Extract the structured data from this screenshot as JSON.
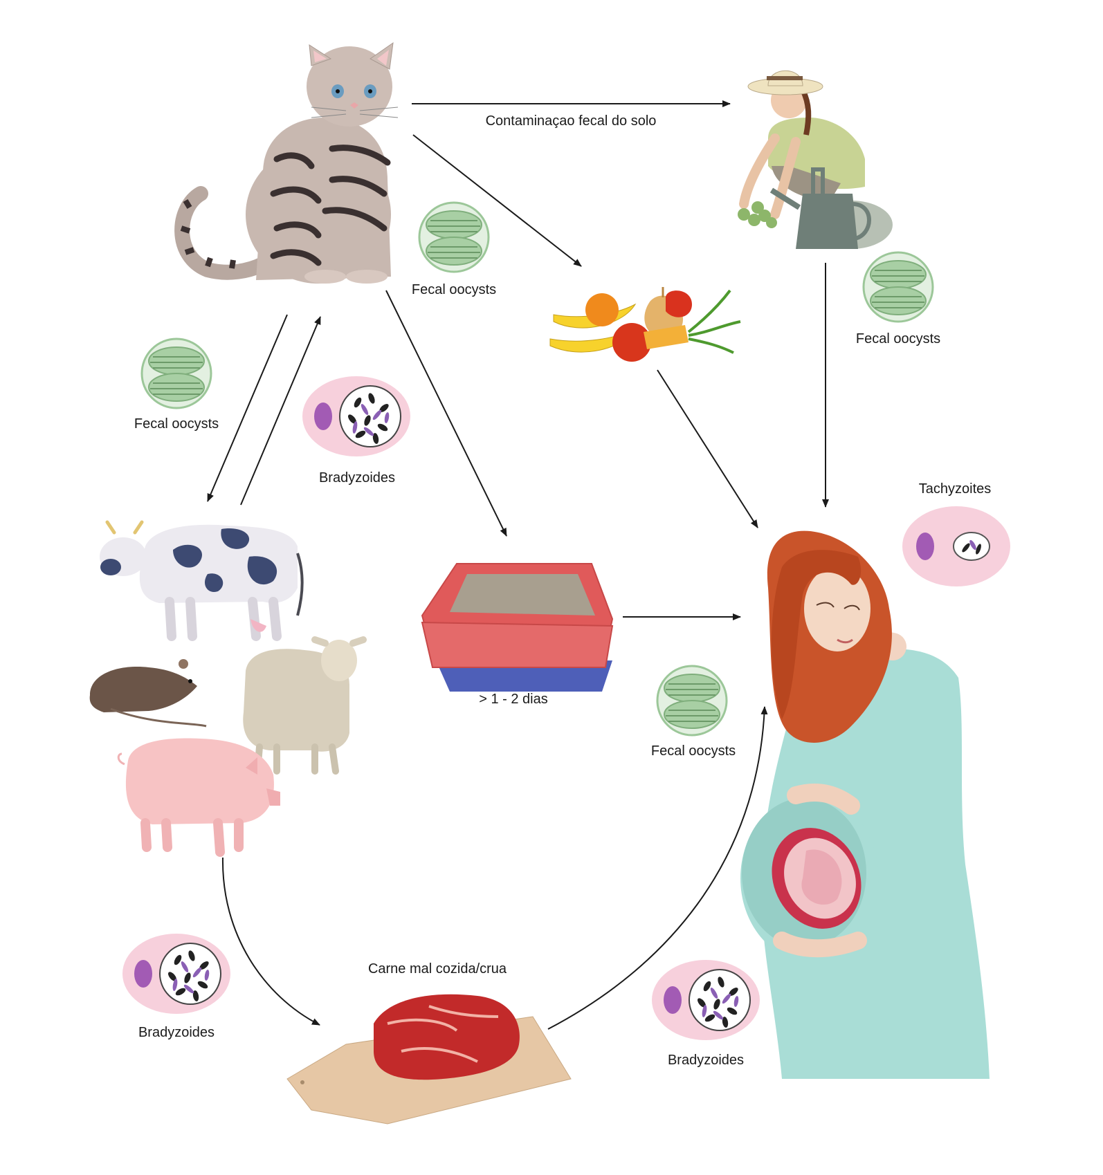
{
  "labels": {
    "soil_contamination": "Contaminaçao fecal do solo",
    "fecal_oocysts_cat": "Fecal oocysts",
    "fecal_oocysts_left": "Fecal oocysts",
    "fecal_oocysts_gardener": "Fecal oocysts",
    "fecal_oocysts_litter": "Fecal oocysts",
    "bradyzoides_upper": "Bradyzoides",
    "bradyzoides_lower_left": "Bradyzoides",
    "bradyzoides_lower_right": "Bradyzoides",
    "tachyzoites": "Tachyzoites",
    "litter_time": "> 1 - 2 dias",
    "raw_meat": "Carne mal cozida/crua"
  },
  "colors": {
    "oocyst_fill": "#d6e8d4",
    "oocyst_stroke": "#8fbf8c",
    "oocyst_stripe": "#7fae7c",
    "cyst_pink": "#f7d0dc",
    "nucleus_purple": "#a25bb4",
    "skin": "#f4d8c4",
    "hair": "#c9542a",
    "dress": "#a9ddd6",
    "cat_fur": "#c8b8b0",
    "cow_spot": "#3d4a72",
    "meat": "#c22a2a",
    "litter_box": "#e05a5a",
    "arrow": "#1a1a1a"
  }
}
